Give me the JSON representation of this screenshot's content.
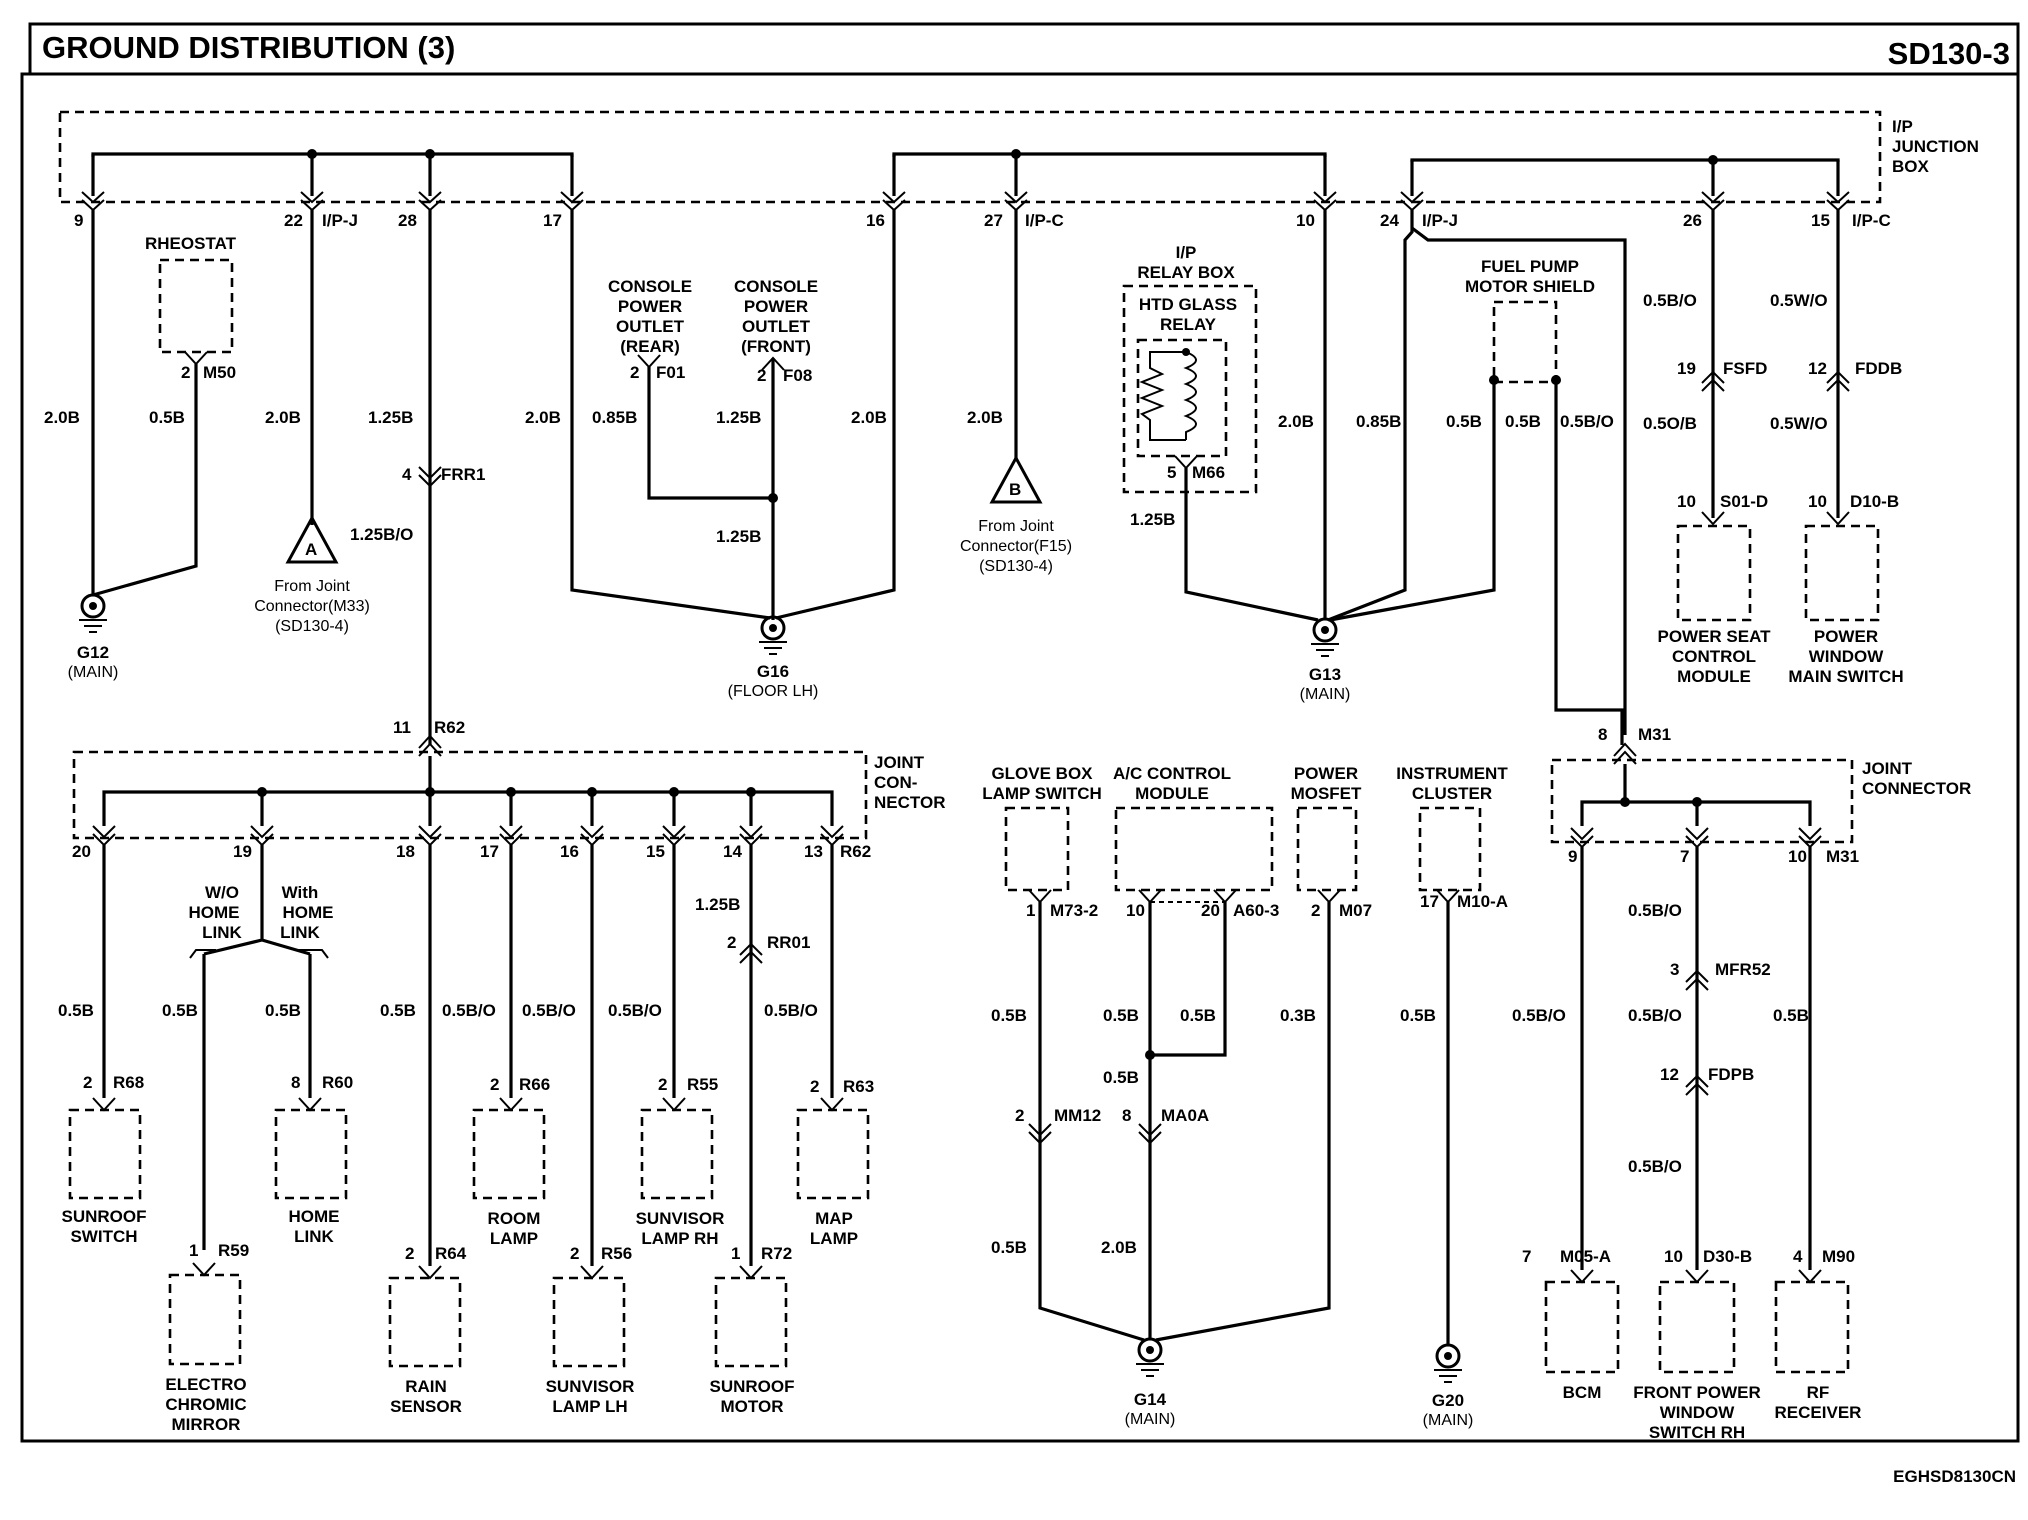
{
  "header": {
    "title": "GROUND DISTRIBUTION (3)",
    "code": "SD130-3"
  },
  "footer": {
    "code": "EGHSD8130CN"
  },
  "boxes": {
    "ip_junction": [
      "I/P",
      "JUNCTION",
      "BOX"
    ],
    "joint_connector_left": [
      "JOINT",
      "CON-",
      "NECTOR"
    ],
    "joint_connector_right": [
      "JOINT",
      "CONNECTOR"
    ]
  },
  "top_pins": {
    "p9": "9",
    "p22": "22",
    "p22c": "I/P-J",
    "p28": "28",
    "p17": "17",
    "p16": "16",
    "p27": "27",
    "p27c": "I/P-C",
    "p10": "10",
    "p24": "24",
    "p24c": "I/P-J",
    "p26": "26",
    "p15": "15",
    "p15c": "I/P-C"
  },
  "components": {
    "rheostat": "RHEOSTAT",
    "console_rear": [
      "CONSOLE",
      "POWER",
      "OUTLET",
      "(REAR)"
    ],
    "console_front": [
      "CONSOLE",
      "POWER",
      "OUTLET",
      "(FRONT)"
    ],
    "relay_box": [
      "I/P",
      "RELAY BOX"
    ],
    "htd_relay": [
      "HTD GLASS",
      "RELAY"
    ],
    "fuel_pump": [
      "FUEL PUMP",
      "MOTOR SHIELD"
    ],
    "power_seat": [
      "POWER SEAT",
      "CONTROL",
      "MODULE"
    ],
    "power_window_main": [
      "POWER",
      "WINDOW",
      "MAIN SWITCH"
    ],
    "sunroof_switch": [
      "SUNROOF",
      "SWITCH"
    ],
    "electro_mirror": [
      "ELECTRO",
      "CHROMIC",
      "MIRROR"
    ],
    "home_link": [
      "HOME",
      "LINK"
    ],
    "rain_sensor": [
      "RAIN",
      "SENSOR"
    ],
    "room_lamp": [
      "ROOM",
      "LAMP"
    ],
    "sunvisor_lh": [
      "SUNVISOR",
      "LAMP LH"
    ],
    "sunvisor_rh": [
      "SUNVISOR",
      "LAMP RH"
    ],
    "sunroof_motor": [
      "SUNROOF",
      "MOTOR"
    ],
    "map_lamp": [
      "MAP",
      "LAMP"
    ],
    "glove_box": [
      "GLOVE BOX",
      "LAMP SWITCH"
    ],
    "ac_control": [
      "A/C CONTROL",
      "MODULE"
    ],
    "power_mosfet": [
      "POWER",
      "MOSFET"
    ],
    "instrument_cluster": [
      "INSTRUMENT",
      "CLUSTER"
    ],
    "bcm": "BCM",
    "front_window_rh": [
      "FRONT POWER",
      "WINDOW",
      "SWITCH RH"
    ],
    "rf_receiver": [
      "RF",
      "RECEIVER"
    ]
  },
  "grounds": {
    "g12": [
      "G12",
      "(MAIN)"
    ],
    "g16": [
      "G16",
      "(FLOOR LH)"
    ],
    "g13": [
      "G13",
      "(MAIN)"
    ],
    "g14": [
      "G14",
      "(MAIN)"
    ],
    "g20": [
      "G20",
      "(MAIN)"
    ]
  },
  "refs": {
    "a": {
      "letter": "A",
      "text": [
        "From Joint",
        "Connector(M33)",
        "(SD130-4)"
      ]
    },
    "b": {
      "letter": "B",
      "text": [
        "From Joint",
        "Connector(F15)",
        "(SD130-4)"
      ]
    }
  },
  "hl": {
    "wo": [
      "W/O",
      "HOME",
      "LINK"
    ],
    "with": [
      "With",
      "HOME",
      "LINK"
    ]
  },
  "labels": [
    [
      "2",
      181,
      378
    ],
    [
      "M50",
      203,
      378
    ],
    [
      "2.0B",
      44,
      423
    ],
    [
      "0.5B",
      149,
      423
    ],
    [
      "2.0B",
      265,
      423
    ],
    [
      "1.25B",
      368,
      423
    ],
    [
      "4",
      402,
      480
    ],
    [
      "FRR1",
      441,
      480
    ],
    [
      "1.25B/O",
      350,
      540
    ],
    [
      "2",
      630,
      378
    ],
    [
      "F01",
      656,
      378
    ],
    [
      "2",
      757,
      381
    ],
    [
      "F08",
      783,
      381
    ],
    [
      "2.0B",
      525,
      423
    ],
    [
      "0.85B",
      592,
      423
    ],
    [
      "1.25B",
      716,
      423
    ],
    [
      "2.0B",
      851,
      423
    ],
    [
      "1.25B",
      716,
      542
    ],
    [
      "2.0B",
      967,
      423
    ],
    [
      "5",
      1167,
      478
    ],
    [
      "M66",
      1192,
      478
    ],
    [
      "1.25B",
      1130,
      525
    ],
    [
      "2.0B",
      1278,
      427
    ],
    [
      "0.85B",
      1356,
      427
    ],
    [
      "0.5B",
      1446,
      427
    ],
    [
      "0.5B",
      1505,
      427
    ],
    [
      "0.5B/O",
      1560,
      427
    ],
    [
      "0.5B/O",
      1643,
      306
    ],
    [
      "0.5W/O",
      1770,
      306
    ],
    [
      "19",
      1677,
      374
    ],
    [
      "FSFD",
      1723,
      374
    ],
    [
      "12",
      1808,
      374
    ],
    [
      "FDDB",
      1855,
      374
    ],
    [
      "0.5O/B",
      1643,
      429
    ],
    [
      "0.5W/O",
      1770,
      429
    ],
    [
      "10",
      1677,
      507
    ],
    [
      "S01-D",
      1720,
      507
    ],
    [
      "10",
      1808,
      507
    ],
    [
      "D10-B",
      1850,
      507
    ],
    [
      "11",
      393,
      733
    ],
    [
      "R62",
      434,
      733
    ],
    [
      "8",
      1598,
      740
    ],
    [
      "M31",
      1638,
      740
    ],
    [
      "20",
      72,
      857
    ],
    [
      "19",
      233,
      857
    ],
    [
      "18",
      396,
      857
    ],
    [
      "17",
      480,
      857
    ],
    [
      "16",
      560,
      857
    ],
    [
      "15",
      646,
      857
    ],
    [
      "14",
      723,
      857
    ],
    [
      "13",
      804,
      857
    ],
    [
      "R62",
      840,
      857
    ],
    [
      "1.25B",
      695,
      910
    ],
    [
      "2",
      727,
      948
    ],
    [
      "RR01",
      767,
      948
    ],
    [
      "0.5B",
      58,
      1016
    ],
    [
      "0.5B",
      162,
      1016
    ],
    [
      "0.5B",
      265,
      1016
    ],
    [
      "0.5B",
      380,
      1016
    ],
    [
      "0.5B/O",
      442,
      1016
    ],
    [
      "0.5B/O",
      522,
      1016
    ],
    [
      "0.5B/O",
      608,
      1016
    ],
    [
      "0.5B/O",
      764,
      1016
    ],
    [
      "2",
      83,
      1088
    ],
    [
      "R68",
      113,
      1088
    ],
    [
      "8",
      291,
      1088
    ],
    [
      "R60",
      322,
      1088
    ],
    [
      "2",
      490,
      1090
    ],
    [
      "R66",
      519,
      1090
    ],
    [
      "2",
      658,
      1090
    ],
    [
      "R55",
      687,
      1090
    ],
    [
      "2",
      810,
      1092
    ],
    [
      "R63",
      843,
      1092
    ],
    [
      "1",
      189,
      1256
    ],
    [
      "R59",
      218,
      1256
    ],
    [
      "2",
      405,
      1259
    ],
    [
      "R64",
      435,
      1259
    ],
    [
      "2",
      570,
      1259
    ],
    [
      "R56",
      601,
      1259
    ],
    [
      "1",
      731,
      1259
    ],
    [
      "R72",
      761,
      1259
    ],
    [
      "1",
      1026,
      916
    ],
    [
      "M73-2",
      1050,
      916
    ],
    [
      "10",
      1126,
      916
    ],
    [
      "20",
      1201,
      916
    ],
    [
      "A60-3",
      1233,
      916
    ],
    [
      "2",
      1311,
      916
    ],
    [
      "M07",
      1339,
      916
    ],
    [
      "17",
      1420,
      907
    ],
    [
      "M10-A",
      1457,
      907
    ],
    [
      "0.5B",
      991,
      1021
    ],
    [
      "0.5B",
      1103,
      1021
    ],
    [
      "0.5B",
      1180,
      1021
    ],
    [
      "0.3B",
      1280,
      1021
    ],
    [
      "0.5B",
      1400,
      1021
    ],
    [
      "0.5B",
      1103,
      1083
    ],
    [
      "2",
      1015,
      1121
    ],
    [
      "MM12",
      1054,
      1121
    ],
    [
      "8",
      1122,
      1121
    ],
    [
      "MA0A",
      1161,
      1121
    ],
    [
      "0.5B",
      991,
      1253
    ],
    [
      "2.0B",
      1101,
      1253
    ],
    [
      "9",
      1568,
      862
    ],
    [
      "7",
      1680,
      862
    ],
    [
      "10",
      1788,
      862
    ],
    [
      "M31",
      1826,
      862
    ],
    [
      "0.5B/O",
      1628,
      916
    ],
    [
      "3",
      1670,
      975
    ],
    [
      "MFR52",
      1715,
      975
    ],
    [
      "0.5B/O",
      1512,
      1021
    ],
    [
      "0.5B/O",
      1628,
      1021
    ],
    [
      "0.5B",
      1773,
      1021
    ],
    [
      "12",
      1660,
      1080
    ],
    [
      "FDPB",
      1708,
      1080
    ],
    [
      "0.5B/O",
      1628,
      1172
    ],
    [
      "7",
      1522,
      1262
    ],
    [
      "M05-A",
      1560,
      1262
    ],
    [
      "10",
      1664,
      1262
    ],
    [
      "D30-B",
      1703,
      1262
    ],
    [
      "4",
      1793,
      1262
    ],
    [
      "M90",
      1822,
      1262
    ]
  ]
}
